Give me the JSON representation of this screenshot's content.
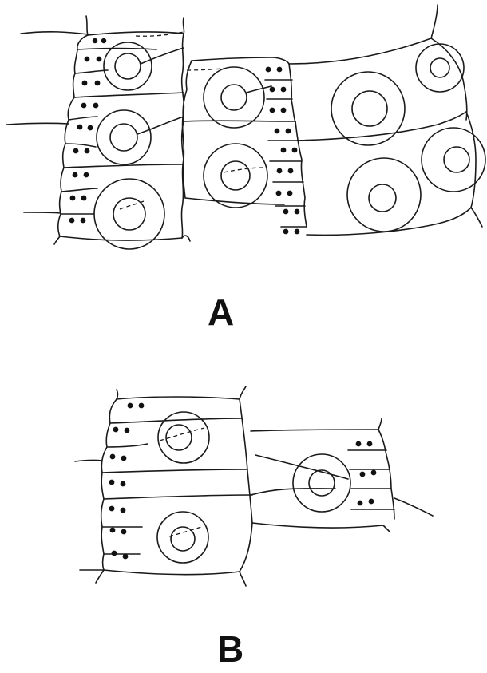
{
  "figure": {
    "panels": [
      {
        "id": "A",
        "label": "A"
      },
      {
        "id": "B",
        "label": "B"
      }
    ],
    "ink_color": "#1a1a1a",
    "background_color": "#ffffff"
  }
}
